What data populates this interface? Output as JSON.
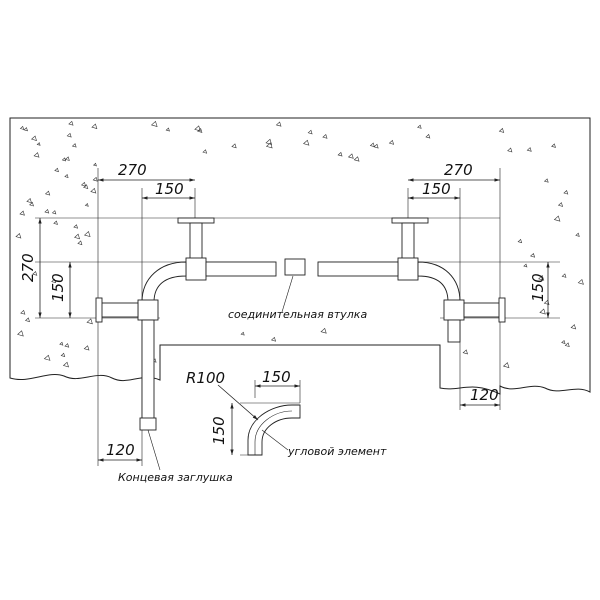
{
  "dimensions": {
    "left_total_width": "270",
    "left_inner_width": "150",
    "left_total_height": "270",
    "left_inner_height": "150",
    "left_bottom_offset": "120",
    "right_total_width": "270",
    "right_inner_width": "150",
    "right_height": "150",
    "right_bottom_offset": "120",
    "detail_radius": "R100",
    "detail_width": "150",
    "detail_height": "150"
  },
  "labels": {
    "connector_sleeve": "соединительная втулка",
    "corner_element": "угловой элемент",
    "end_cap": "Концевая заглушка"
  },
  "colors": {
    "line": "#222222",
    "background": "#ffffff"
  }
}
